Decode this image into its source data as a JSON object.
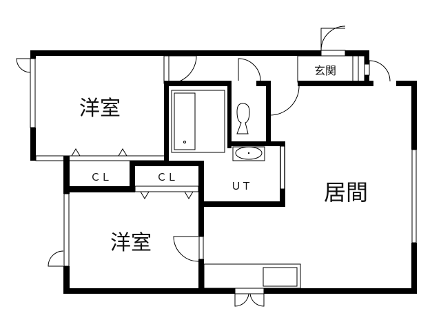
{
  "floorplan": {
    "rooms": {
      "western_room_1": "洋室",
      "western_room_2": "洋室",
      "closet_1": "ＣＬ",
      "closet_2": "ＣＬ",
      "utility": "ＵＴ",
      "living": "居間",
      "entrance": "玄関"
    },
    "colors": {
      "wall": "#000000",
      "background": "#ffffff"
    }
  }
}
